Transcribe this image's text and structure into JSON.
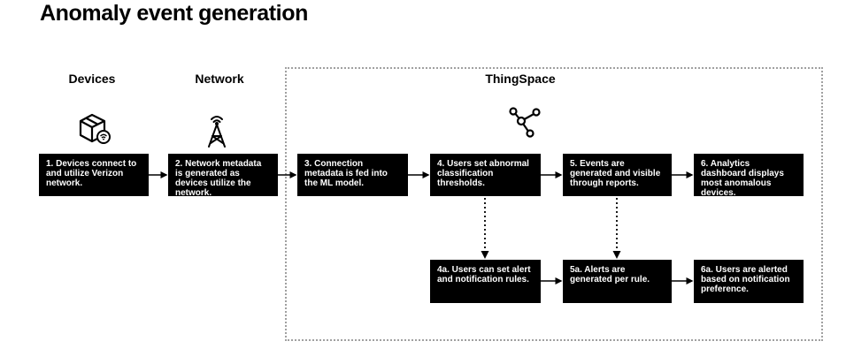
{
  "title": "Anomaly event generation",
  "columns": {
    "devices": "Devices",
    "network": "Network",
    "thingspace": "ThingSpace"
  },
  "steps": {
    "s1": "1. Devices connect to and utilize Verizon network.",
    "s2": "2. Network metadata is generated as devices utilize the network.",
    "s3": "3. Connection metadata is fed into the ML model.",
    "s4": "4. Users set abnormal classification thresholds.",
    "s5": "5. Events are generated and  visible through reports.",
    "s6": "6. Analytics dashboard displays most anomalous devices.",
    "s4a": "4a. Users can set alert and notification rules.",
    "s5a": "5a. Alerts are generated per rule.",
    "s6a": "6a. Users are alerted based on notification preference."
  },
  "icons": {
    "devices": "device-box-wifi-icon",
    "network": "cell-tower-icon",
    "thingspace": "network-nodes-icon"
  },
  "colors": {
    "box_fill": "#000000",
    "box_text": "#ffffff",
    "frame_border": "#a0a0a0"
  }
}
